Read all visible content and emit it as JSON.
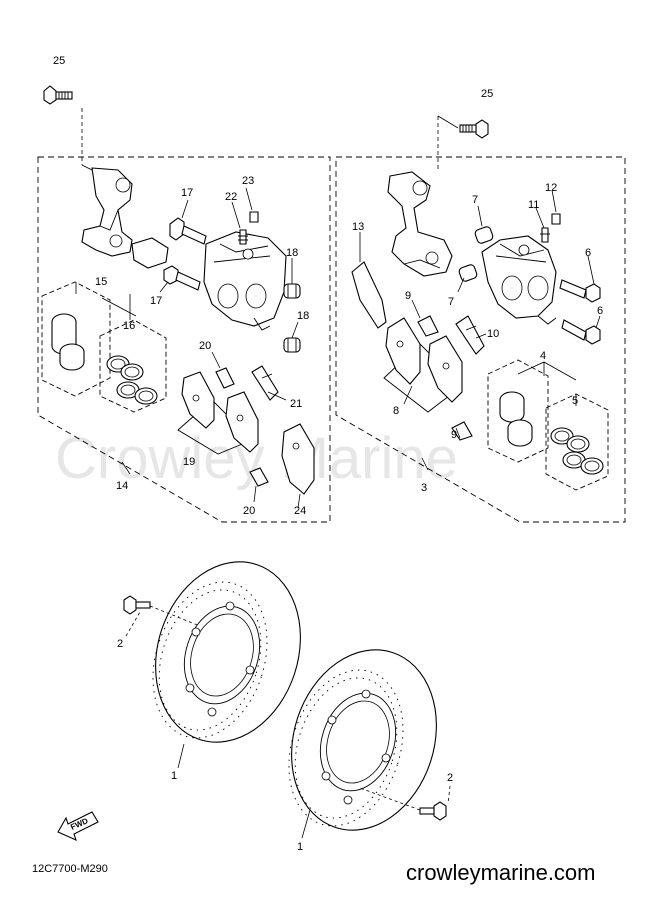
{
  "watermark": "Crowley Marine",
  "diagram_code": "12C7700-M290",
  "website": "crowleymarine.com",
  "fwd_label": "FWD",
  "callouts": {
    "c25a": "25",
    "c25b": "25",
    "c17a": "17",
    "c17b": "17",
    "c23": "23",
    "c22": "22",
    "c18a": "18",
    "c18b": "18",
    "c15": "15",
    "c16": "16",
    "c20a": "20",
    "c20b": "20",
    "c21": "21",
    "c19": "19",
    "c24": "24",
    "c14": "14",
    "c13": "13",
    "c7a": "7",
    "c7b": "7",
    "c12": "12",
    "c11": "11",
    "c6a": "6",
    "c6b": "6",
    "c9a": "9",
    "c9b": "9",
    "c10": "10",
    "c8": "8",
    "c4": "4",
    "c5": "5",
    "c3": "3",
    "c2a": "2",
    "c2b": "2",
    "c1a": "1",
    "c1b": "1"
  }
}
